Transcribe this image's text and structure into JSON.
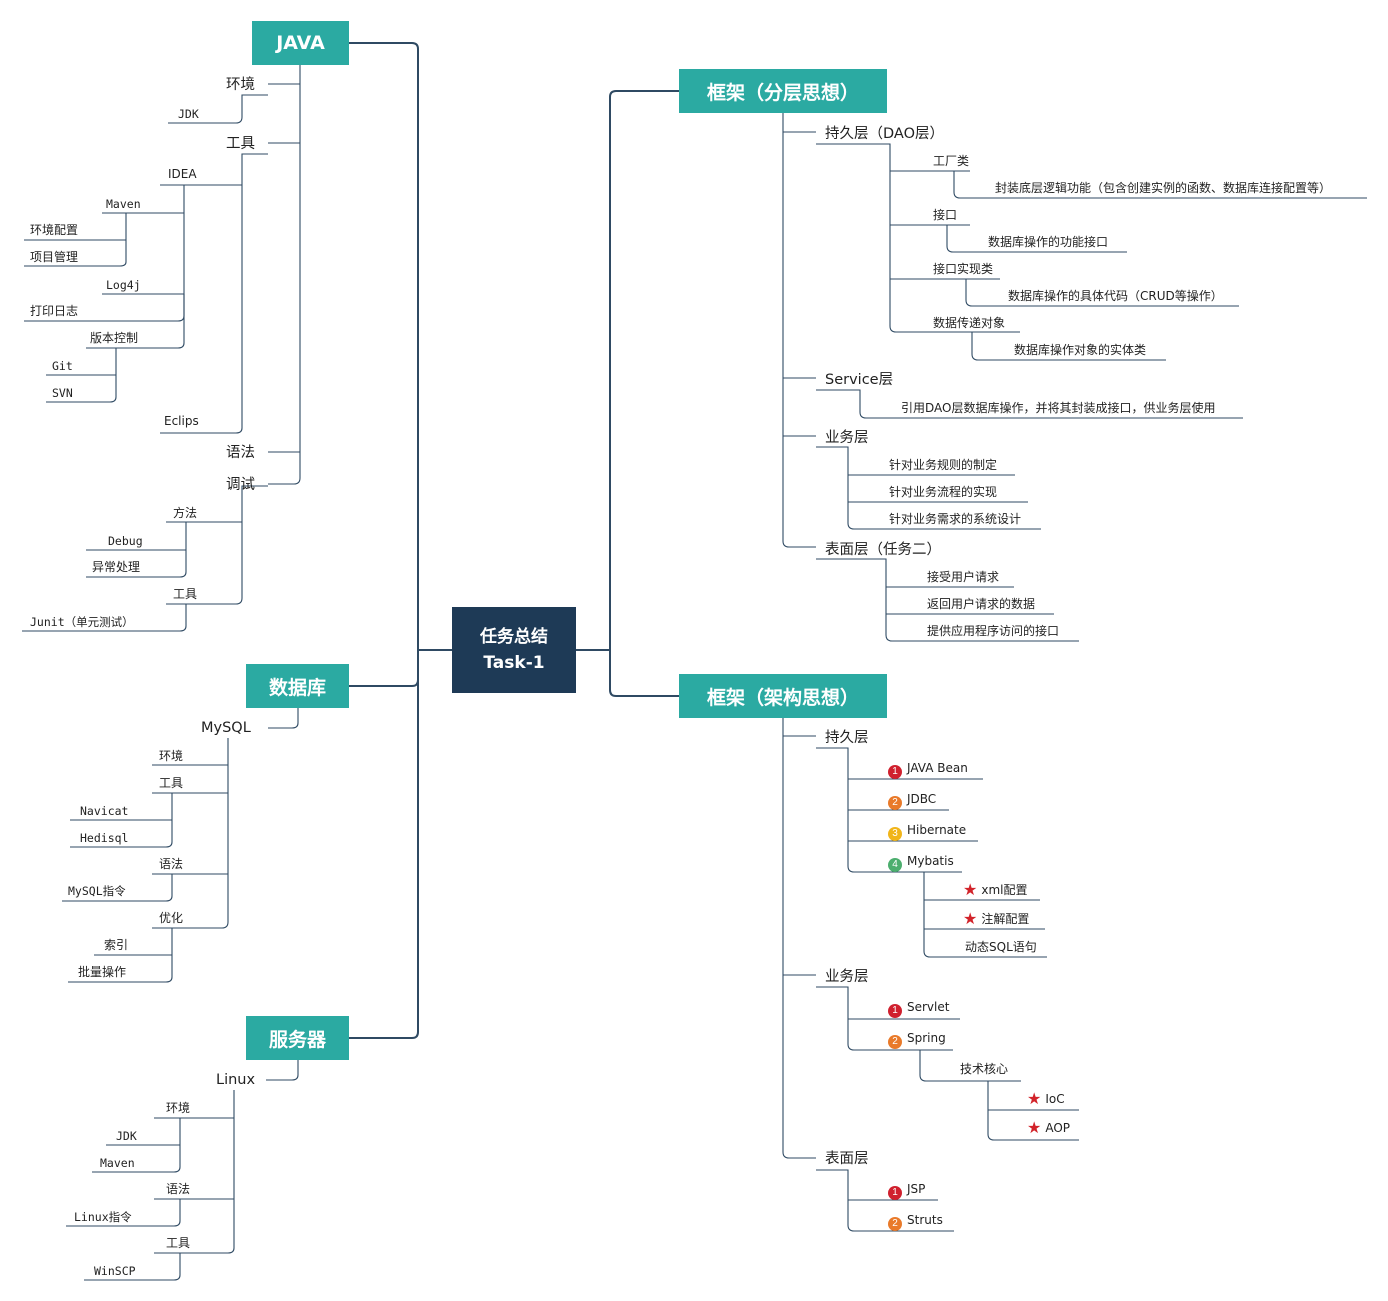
{
  "root": {
    "line1": "任务总结",
    "line2": "Task-1"
  },
  "colors": {
    "root": "#1e3a56",
    "main": "#2baaa2",
    "badge1": "#d0202e",
    "badge2": "#e97a2a",
    "badge3": "#f1b51a",
    "badge4": "#4cae6e",
    "star": "#d2232a",
    "line": "#2f4a63"
  },
  "java": {
    "title": "JAVA",
    "env": "环境",
    "env_jdk": "JDK",
    "tools": "工具",
    "idea": "IDEA",
    "maven": "Maven",
    "maven_env": "环境配置",
    "maven_proj": "项目管理",
    "log4j": "Log4j",
    "log4j_print": "打印日志",
    "vc": "版本控制",
    "git": "Git",
    "svn": "SVN",
    "eclips": "Eclips",
    "syntax": "语法",
    "debug": "调试",
    "method": "方法",
    "debug_item": "Debug",
    "exception": "异常处理",
    "debug_tools": "工具",
    "junit": "Junit（单元测试）"
  },
  "db": {
    "title": "数据库",
    "mysql": "MySQL",
    "env": "环境",
    "tools": "工具",
    "navicat": "Navicat",
    "hedisql": "Hedisql",
    "syntax": "语法",
    "mysql_cmd": "MySQL指令",
    "optimize": "优化",
    "index": "索引",
    "batch": "批量操作"
  },
  "server": {
    "title": "服务器",
    "linux": "Linux",
    "env": "环境",
    "jdk": "JDK",
    "maven": "Maven",
    "syntax": "语法",
    "linux_cmd": "Linux指令",
    "tools": "工具",
    "winscp": "WinSCP"
  },
  "layer": {
    "title": "框架（分层思想）",
    "dao": "持久层（DAO层）",
    "factory": "工厂类",
    "factory_desc": "封装底层逻辑功能（包含创建实例的函数、数据库连接配置等）",
    "iface": "接口",
    "iface_desc": "数据库操作的功能接口",
    "impl": "接口实现类",
    "impl_desc": "数据库操作的具体代码（CRUD等操作）",
    "dto": "数据传递对象",
    "dto_desc": "数据库操作对象的实体类",
    "service": "Service层",
    "service_desc": "引用DAO层数据库操作，并将其封装成接口，供业务层使用",
    "biz": "业务层",
    "biz_1": "针对业务规则的制定",
    "biz_2": "针对业务流程的实现",
    "biz_3": "针对业务需求的系统设计",
    "view": "表面层（任务二）",
    "view_1": "接受用户请求",
    "view_2": "返回用户请求的数据",
    "view_3": "提供应用程序访问的接口"
  },
  "arch": {
    "title": "框架（架构思想）",
    "persist": "持久层",
    "javabean": "JAVA Bean",
    "jdbc": "JDBC",
    "hibernate": "Hibernate",
    "mybatis": "Mybatis",
    "xml": "xml配置",
    "annot": "注解配置",
    "dynsql": "动态SQL语句",
    "biz": "业务层",
    "servlet": "Servlet",
    "spring": "Spring",
    "core": "技术核心",
    "ioc": "IoC",
    "aop": "AOP",
    "view": "表面层",
    "jsp": "JSP",
    "struts": "Struts",
    "n1": "1",
    "n2": "2",
    "n3": "3",
    "n4": "4",
    "star_icon": "★"
  }
}
